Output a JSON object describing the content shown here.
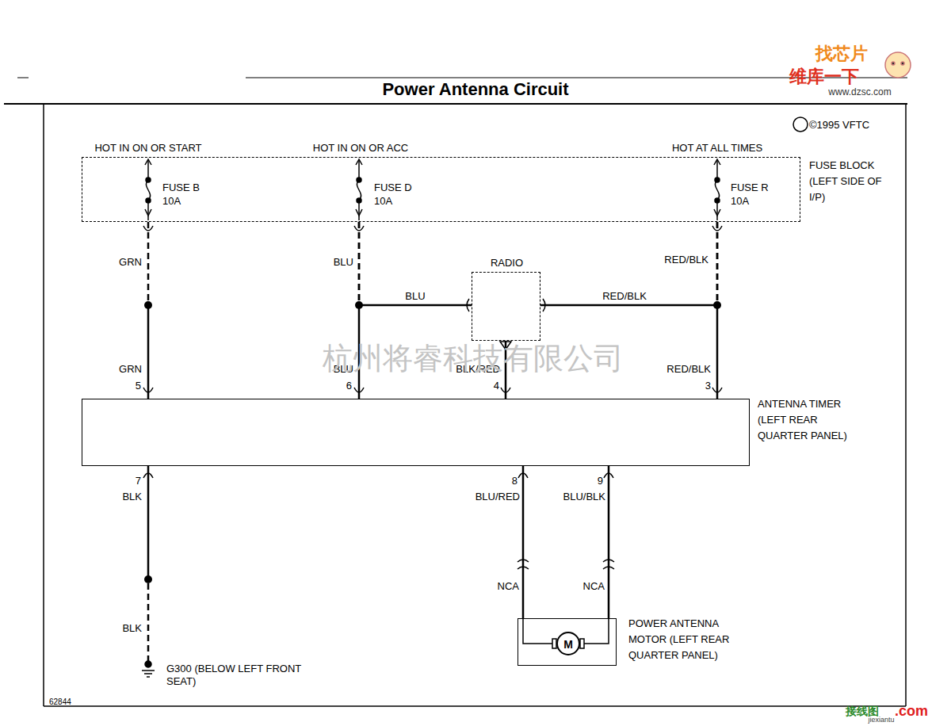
{
  "diagram": {
    "title": "Power Antenna Circuit",
    "nodes": [
      {
        "text": [
          "FUSE BLOCK (LEFT SIDE OF I/P)"
        ]
      },
      {
        "text": [
          "RADIO"
        ]
      },
      {
        "text": [
          "ANTENNA TIMER (LEFT REAR QUARTER PANEL)"
        ]
      },
      {
        "text": [
          "POWER ANTENNA MOTOR (LEFT REAR QUARTER PANEL)"
        ]
      }
    ],
    "edges": [
      {
        "from": 0,
        "to": 2,
        "arrow": "none"
      },
      {
        "from": 0,
        "to": 2,
        "arrow": "none"
      },
      {
        "from": 0,
        "to": 2,
        "arrow": "none"
      },
      {
        "from": 0,
        "to": 1,
        "arrow": "none"
      },
      {
        "from": 0,
        "to": 1,
        "arrow": "none"
      },
      {
        "from": 1,
        "to": 2,
        "arrow": "none"
      },
      {
        "from": 2,
        "to": 3,
        "arrow": "none"
      },
      {
        "from": 2,
        "to": 3,
        "arrow": "none"
      }
    ],
    "labels": [
      "HOT IN ON OR START",
      "HOT IN ON OR ACC",
      "HOT AT ALL TIMES",
      "FUSE B",
      "10A",
      "FUSE D",
      "10A",
      "FUSE R",
      "10A",
      "GRN",
      "BLU",
      "RED/BLK",
      "BLU",
      "RED/BLK",
      "GRN",
      "BLU",
      "BLK/RED",
      "RED/BLK",
      "5",
      "6",
      "4",
      "3",
      "7",
      "BLK",
      "8",
      "BLU/RED",
      "9",
      "BLU/BLK",
      "NCA",
      "NCA",
      "M",
      "BLK",
      "G300 (BELOW LEFT FRONT SEAT)",
      "©1995 VFTC",
      "62844",
      "杭州将睿科技有限公司",
      "找芯片",
      "维库一下",
      "www.dzsc.com",
      "接线图",
      ".com",
      "jiexiantu"
    ]
  }
}
